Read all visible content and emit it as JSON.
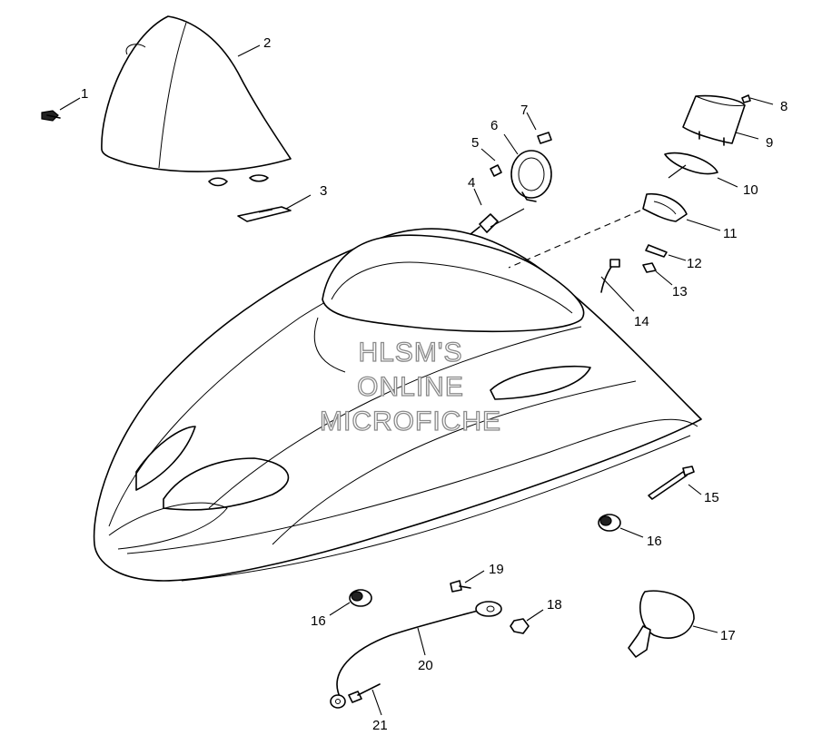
{
  "watermark": {
    "line1": "HLSM'S",
    "line2": "ONLINE",
    "line3": "MICROFICHE"
  },
  "callouts": {
    "c1": "1",
    "c2": "2",
    "c3": "3",
    "c4": "4",
    "c5": "5",
    "c6": "6",
    "c7": "7",
    "c8": "8",
    "c9": "9",
    "c10": "10",
    "c11": "11",
    "c12": "12",
    "c13": "13",
    "c14": "14",
    "c15": "15",
    "c16a": "16",
    "c16b": "16",
    "c17": "17",
    "c18": "18",
    "c19": "19",
    "c20": "20",
    "c21": "21"
  }
}
